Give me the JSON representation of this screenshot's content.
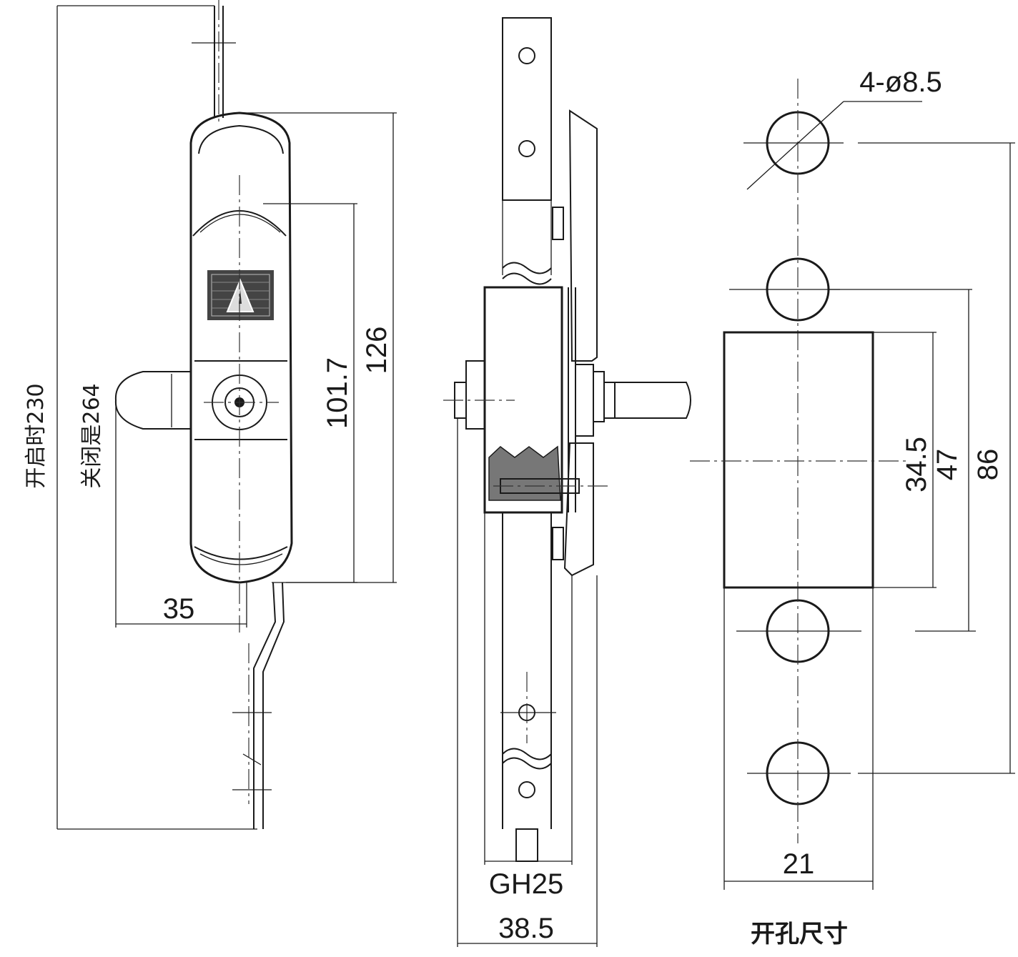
{
  "front_view": {
    "label_open": "开启时230",
    "label_closed": "关闭是264",
    "dim_handle_offset": "35",
    "dim_hole_span": "101.7",
    "dim_body_length": "126"
  },
  "side_view": {
    "dim_inner_width": "GH25",
    "dim_outer_width": "38.5"
  },
  "cutout_view": {
    "title": "开孔尺寸",
    "dim_holes": "4-ø8.5",
    "dim_slot_height": "34.5",
    "dim_slot_outer": "47",
    "dim_hole_pitch": "86",
    "dim_width": "21"
  }
}
